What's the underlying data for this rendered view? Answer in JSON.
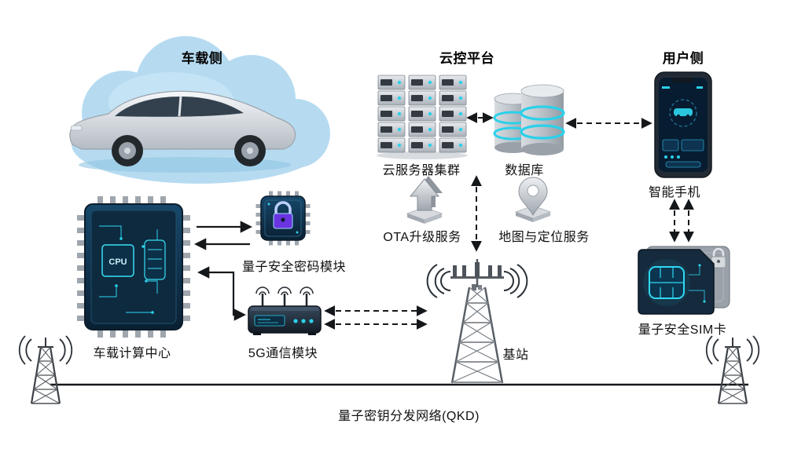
{
  "colors": {
    "accent_cyan": "#2bd0ea",
    "cloud_blue": "#b6dbf1",
    "line_black": "#15181b",
    "metal_gray": "#aab1b9"
  },
  "labels": {
    "vehicle_side": "车载侧",
    "cloud_platform": "云控平台",
    "user_side": "用户侧",
    "server_cluster": "云服务器集群",
    "database": "数据库",
    "smartphone": "智能手机",
    "ota_service": "OTA升级服务",
    "map_service": "地图与定位服务",
    "crypto_module": "量子安全密码模块",
    "vehicle_computing": "车载计算中心",
    "g5_module": "5G通信模块",
    "base_station": "基站",
    "quantum_sim": "量子安全SIM卡",
    "qkd_network": "量子密钥分发网络(QKD)",
    "cpu": "CPU"
  }
}
